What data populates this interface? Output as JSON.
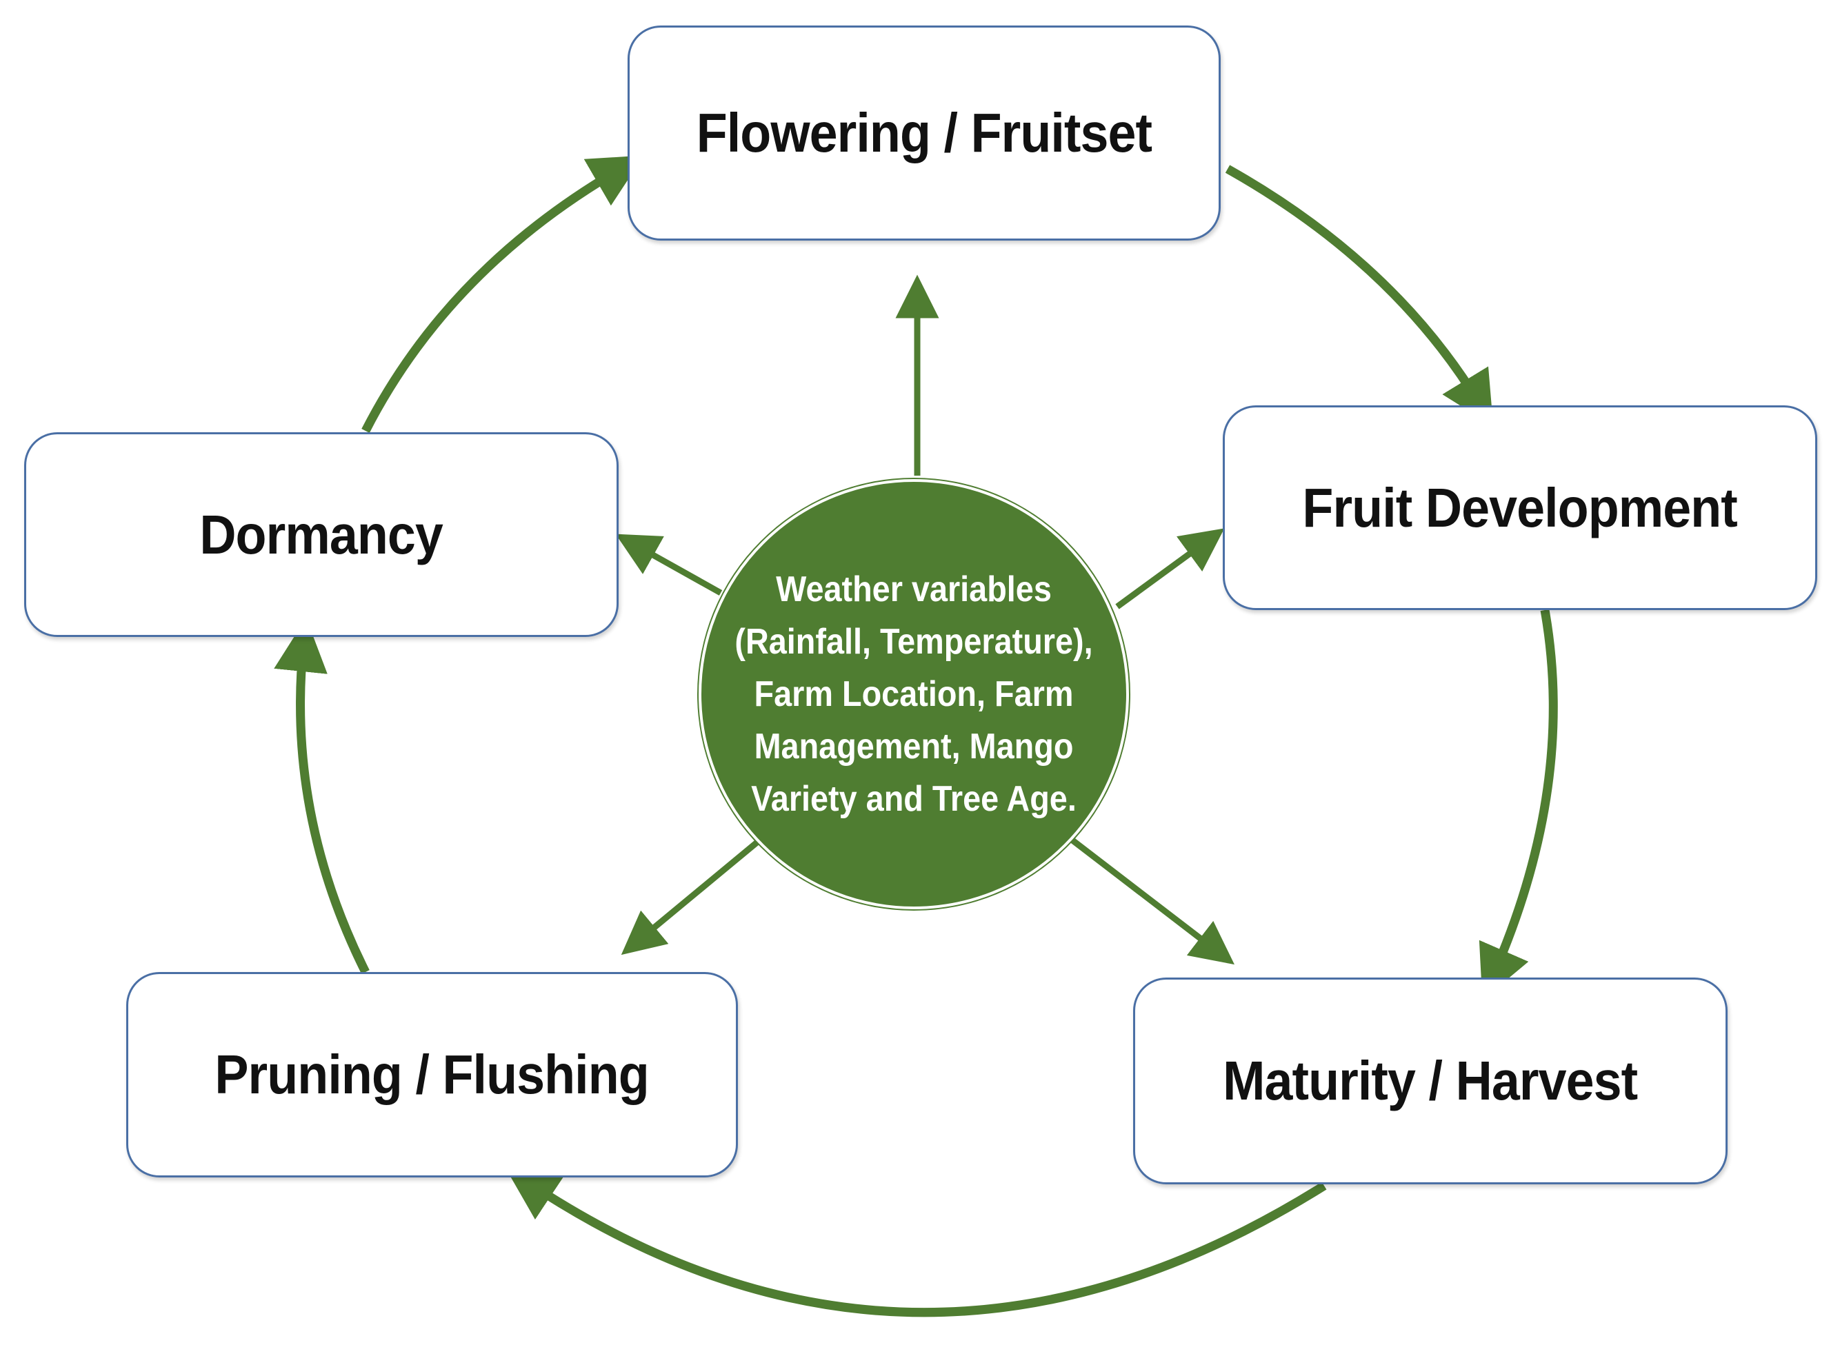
{
  "stages": {
    "flowering": "Flowering / Fruitset",
    "fruit_development": "Fruit Development",
    "maturity": "Maturity / Harvest",
    "pruning": "Pruning / Flushing",
    "dormancy": "Dormancy"
  },
  "center": {
    "lines": [
      "Weather variables",
      "(Rainfall, Temperature),",
      "Farm Location,  Farm",
      "Management, Mango",
      "Variety and Tree Age."
    ]
  },
  "colors": {
    "arrow": "#4f7d31",
    "circle_fill": "#4f7d31",
    "box_border": "#4a6fa5",
    "text": "#111111",
    "center_text": "#ffffff"
  }
}
